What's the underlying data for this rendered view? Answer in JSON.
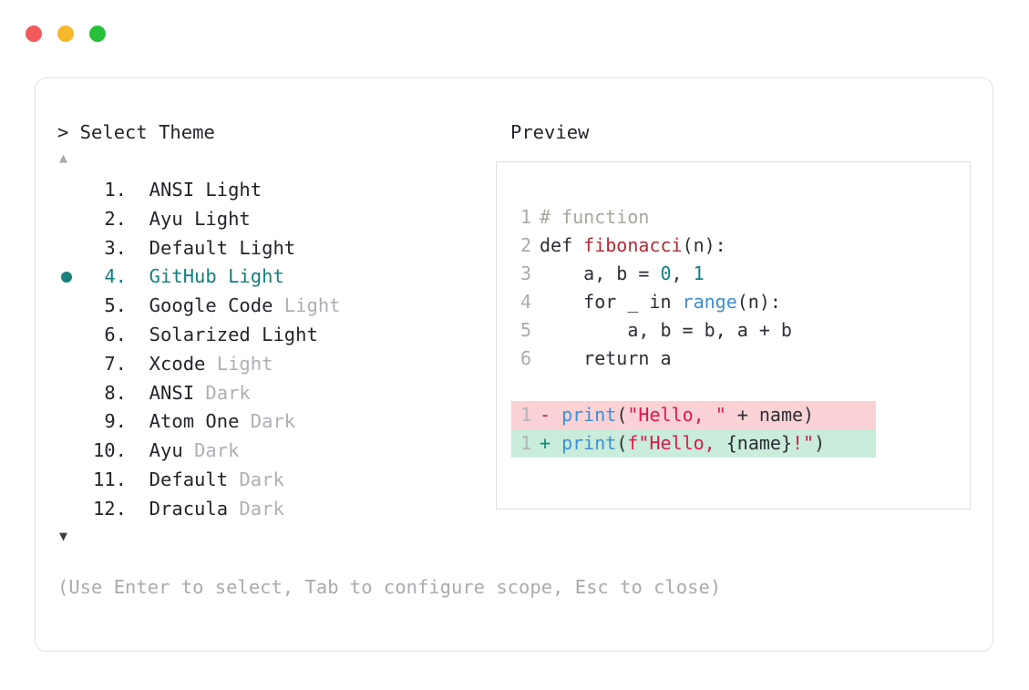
{
  "window": {
    "traffic_lights": [
      {
        "name": "close",
        "color": "#f2595a"
      },
      {
        "name": "minimize",
        "color": "#f6b92b"
      },
      {
        "name": "zoom",
        "color": "#26c038"
      }
    ]
  },
  "prompt": {
    "header": "> Select Theme",
    "preview_header": "Preview",
    "scroll_up_indicator": "▲",
    "scroll_down_indicator": "▼",
    "hint": "(Use Enter to select, Tab to configure scope, Esc to close)",
    "selected_index": 4,
    "accent_color": "#16807d",
    "muted_color": "#adb0b4",
    "items": [
      {
        "index": "1.",
        "name": "ANSI ",
        "variant": "Light",
        "variant_muted": false,
        "selected": false
      },
      {
        "index": "2.",
        "name": "Ayu ",
        "variant": "Light",
        "variant_muted": false,
        "selected": false
      },
      {
        "index": "3.",
        "name": "Default ",
        "variant": "Light",
        "variant_muted": false,
        "selected": false
      },
      {
        "index": "4.",
        "name": "GitHub ",
        "variant": "Light",
        "variant_muted": false,
        "selected": true
      },
      {
        "index": "5.",
        "name": "Google Code ",
        "variant": "Light",
        "variant_muted": true,
        "selected": false
      },
      {
        "index": "6.",
        "name": "Solarized ",
        "variant": "Light",
        "variant_muted": false,
        "selected": false
      },
      {
        "index": "7.",
        "name": "Xcode ",
        "variant": "Light",
        "variant_muted": true,
        "selected": false
      },
      {
        "index": "8.",
        "name": "ANSI ",
        "variant": "Dark",
        "variant_muted": true,
        "selected": false
      },
      {
        "index": "9.",
        "name": "Atom One ",
        "variant": "Dark",
        "variant_muted": true,
        "selected": false
      },
      {
        "index": "10.",
        "name": "Ayu ",
        "variant": "Dark",
        "variant_muted": true,
        "selected": false
      },
      {
        "index": "11.",
        "name": "Default ",
        "variant": "Dark",
        "variant_muted": true,
        "selected": false
      },
      {
        "index": "12.",
        "name": "Dracula ",
        "variant": "Dark",
        "variant_muted": true,
        "selected": false
      }
    ]
  },
  "preview": {
    "code_lines": [
      {
        "line_number": "1",
        "kind": "normal",
        "tokens": [
          {
            "text": "# function",
            "type": "comment"
          }
        ]
      },
      {
        "line_number": "2",
        "kind": "normal",
        "tokens": [
          {
            "text": "def ",
            "type": "plain"
          },
          {
            "text": "fibonacci",
            "type": "fn"
          },
          {
            "text": "(n):",
            "type": "plain"
          }
        ]
      },
      {
        "line_number": "3",
        "kind": "normal",
        "tokens": [
          {
            "text": "    a, b = ",
            "type": "plain"
          },
          {
            "text": "0",
            "type": "num"
          },
          {
            "text": ", ",
            "type": "plain"
          },
          {
            "text": "1",
            "type": "num"
          }
        ]
      },
      {
        "line_number": "4",
        "kind": "normal",
        "tokens": [
          {
            "text": "    for _ in ",
            "type": "plain"
          },
          {
            "text": "range",
            "type": "builtin"
          },
          {
            "text": "(n):",
            "type": "plain"
          }
        ]
      },
      {
        "line_number": "5",
        "kind": "normal",
        "tokens": [
          {
            "text": "        a, b = b, a + b",
            "type": "plain"
          }
        ]
      },
      {
        "line_number": "6",
        "kind": "normal",
        "tokens": [
          {
            "text": "    return a",
            "type": "plain"
          }
        ]
      },
      {
        "line_number": "",
        "kind": "spacer",
        "tokens": []
      },
      {
        "line_number": "1",
        "kind": "diff-del",
        "tokens": [
          {
            "text": "- ",
            "type": "marker-del"
          },
          {
            "text": "print",
            "type": "builtin"
          },
          {
            "text": "(",
            "type": "plain"
          },
          {
            "text": "\"Hello, \"",
            "type": "str"
          },
          {
            "text": " + name)",
            "type": "plain"
          }
        ]
      },
      {
        "line_number": "1",
        "kind": "diff-add",
        "tokens": [
          {
            "text": "+ ",
            "type": "marker-add"
          },
          {
            "text": "print",
            "type": "builtin"
          },
          {
            "text": "(",
            "type": "plain"
          },
          {
            "text": "f\"Hello, ",
            "type": "str"
          },
          {
            "text": "{name}",
            "type": "plain"
          },
          {
            "text": "!\"",
            "type": "str"
          },
          {
            "text": ")",
            "type": "plain"
          }
        ]
      }
    ]
  }
}
